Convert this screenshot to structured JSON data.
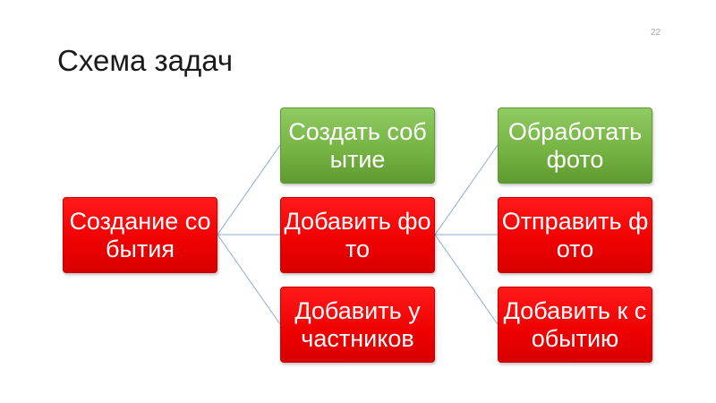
{
  "slide": {
    "number": "22",
    "title": "Схема задач"
  },
  "diagram": {
    "root": {
      "label": "Создание события",
      "color": "#ee0000"
    },
    "level2": [
      {
        "label": "Создать событие",
        "color": "#76b443"
      },
      {
        "label": "Добавить фото",
        "color": "#ee0000"
      },
      {
        "label": "Добавить участников",
        "color": "#ee0000"
      }
    ],
    "level3": [
      {
        "label": "Обработать фото",
        "color": "#76b443"
      },
      {
        "label": "Отправить фото",
        "color": "#ee0000"
      },
      {
        "label": "Добавить к событию",
        "color": "#ee0000"
      }
    ],
    "connector_color": "#8eaed0"
  }
}
